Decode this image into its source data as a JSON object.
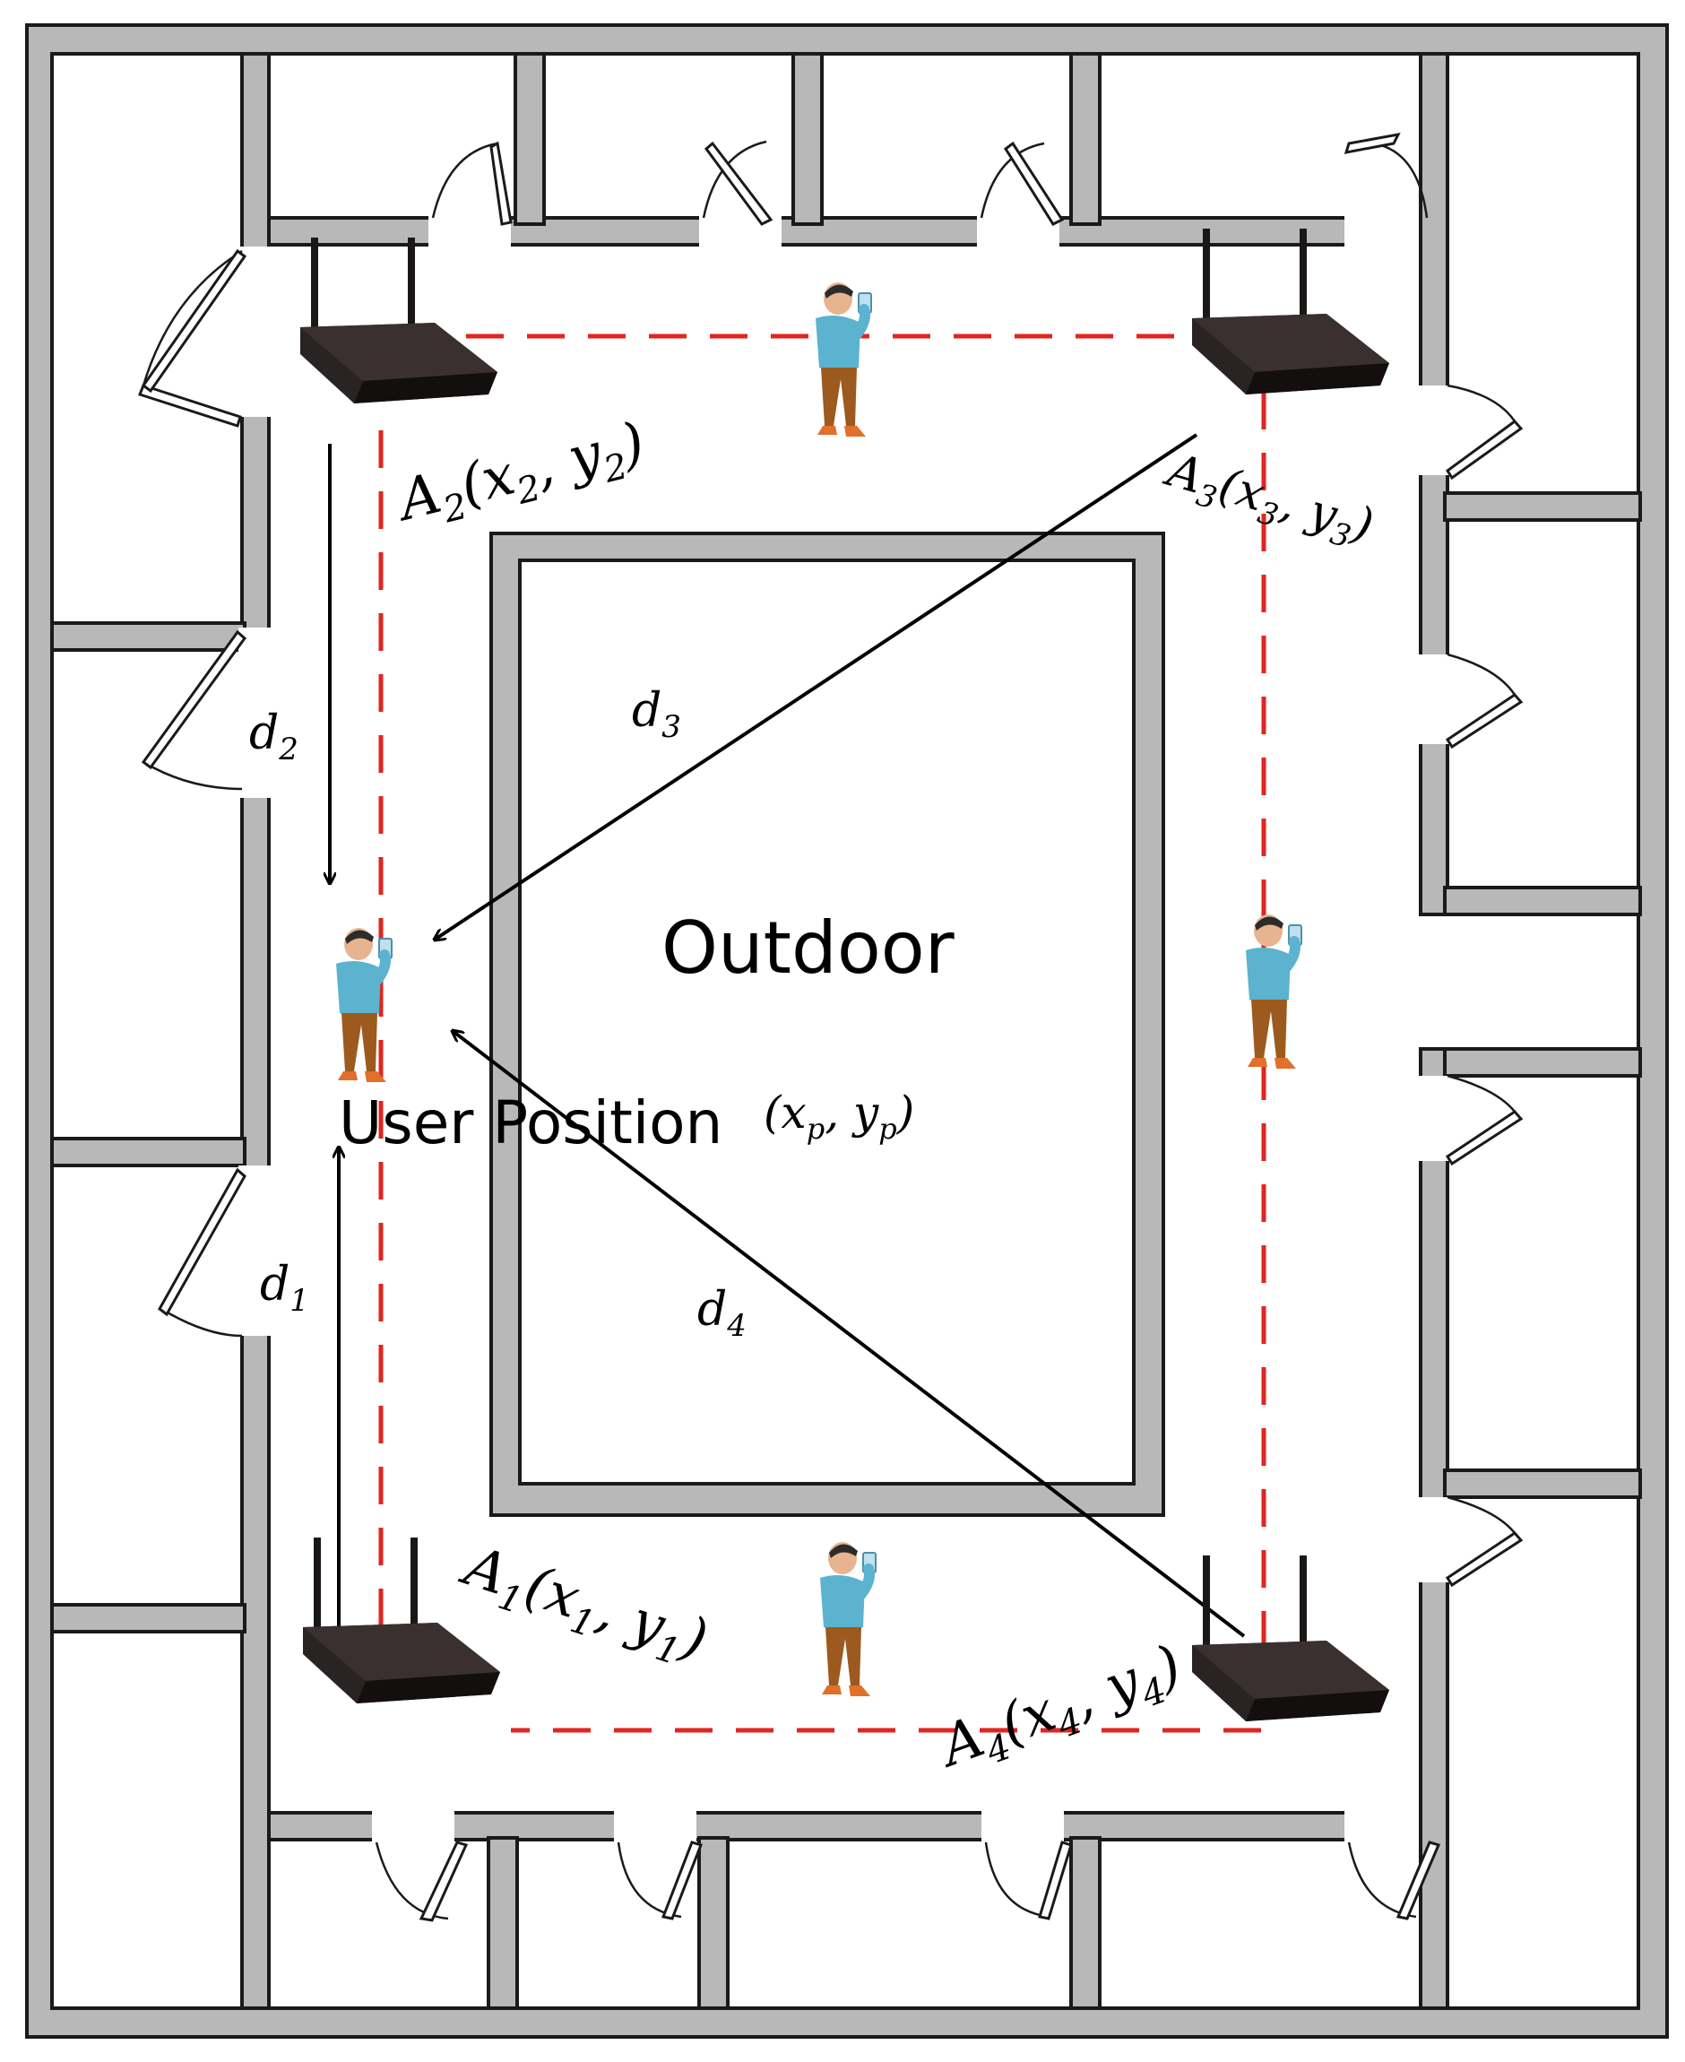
{
  "outdoor_label": "Outdoor",
  "user_label": "User Position",
  "user_coord": "(x_p, y_p)",
  "anchors": [
    {
      "id": "A1",
      "name": "A",
      "sub": "1",
      "coord": "(x₁, y₁)"
    },
    {
      "id": "A2",
      "name": "A",
      "sub": "2",
      "coord": "(x₂, y₂)"
    },
    {
      "id": "A3",
      "name": "A",
      "sub": "3",
      "coord": "(x₃, y₃)"
    },
    {
      "id": "A4",
      "name": "A",
      "sub": "4",
      "coord": "(x₄, y₄)"
    }
  ],
  "distances": [
    {
      "id": "d1",
      "name": "d",
      "sub": "1"
    },
    {
      "id": "d2",
      "name": "d",
      "sub": "2"
    },
    {
      "id": "d3",
      "name": "d",
      "sub": "3"
    },
    {
      "id": "d4",
      "name": "d",
      "sub": "4"
    }
  ],
  "colors": {
    "wall": "#b8b8b8",
    "path": "#e0261f",
    "shirt": "#5bb3cf",
    "pants": "#9c5a1e",
    "router": "#2a2323"
  },
  "icons": [
    "wifi-router-icon",
    "person-with-phone-icon",
    "door-icon"
  ]
}
